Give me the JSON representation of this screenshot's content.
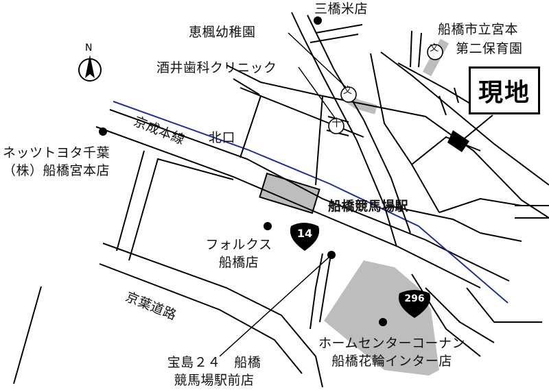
{
  "north_label": "N",
  "here_label": "現地",
  "rail_line_label": "京成本線",
  "highway_label": "京葉道路",
  "exit_label": "北口",
  "station_label": "船橋競馬場駅",
  "routes": {
    "route_14": "14",
    "route_296": "296"
  },
  "poi": {
    "mitsuhashi_rice": "三橋米店",
    "kaede_kindergarten": "恵楓幼稚園",
    "sakai_dental": "酒井歯科クリニック",
    "miyamoto_nursery_line1": "船橋市立宮本",
    "miyamoto_nursery_line2": "第二保育園",
    "nets_toyota_line1": "ネッツトヨタ千葉",
    "nets_toyota_line2": "（株）船橋宮本店",
    "folks_line1": "フォルクス",
    "folks_line2": "船橋店",
    "takarajima_line1": "宝島２４　船橋",
    "takarajima_line2": "競馬場駅前店",
    "konan_line1": "ホームセンターコーナン",
    "konan_line2": "船橋花輪インター店"
  },
  "map_symbols": {
    "school": "文",
    "clinic": "十"
  },
  "colors": {
    "rail": "#1f2f9a",
    "building": "#bdbdbd",
    "road": "#000000",
    "site": "#000000"
  }
}
